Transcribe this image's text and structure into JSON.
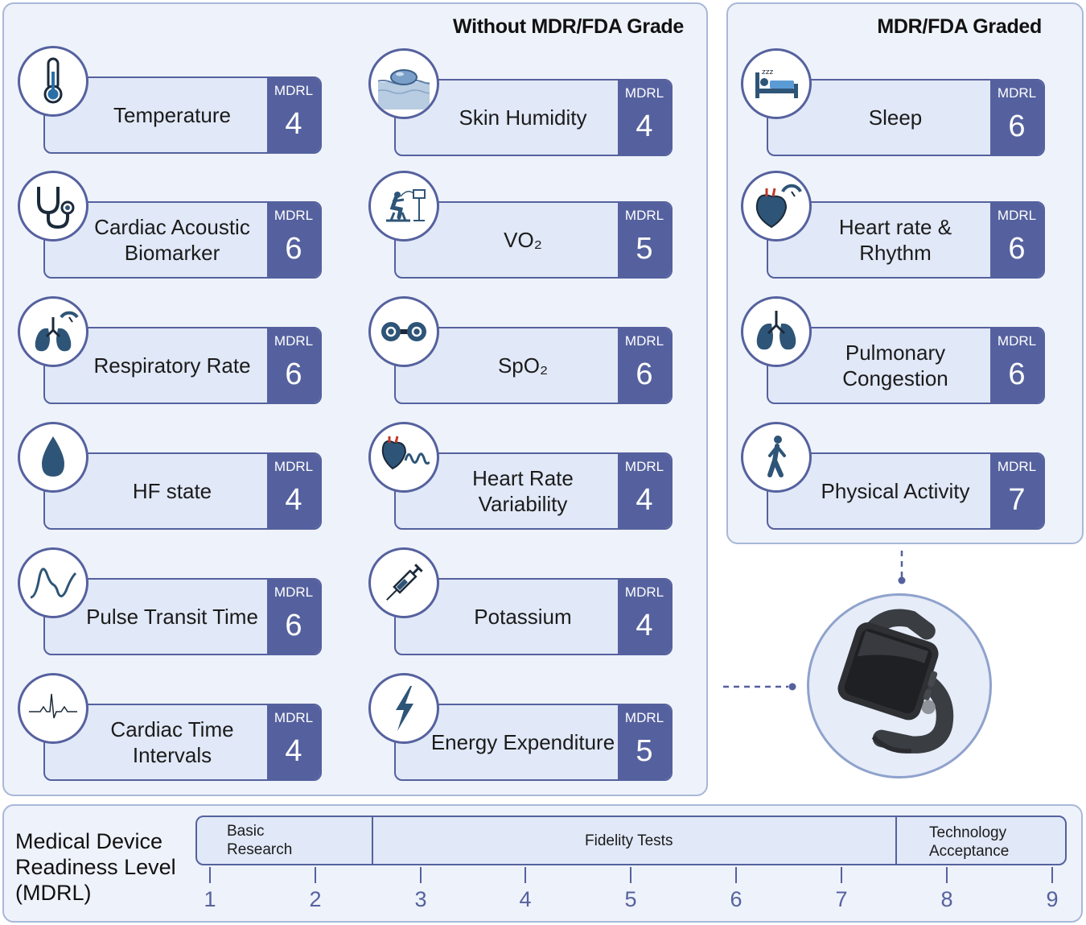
{
  "panels": {
    "without": {
      "title": "Without MDR/FDA Grade"
    },
    "graded": {
      "title": "MDR/FDA Graded"
    }
  },
  "badge_label": "MDRL",
  "cards": {
    "temperature": {
      "label": "Temperature",
      "mdrl": "4",
      "icon": "thermometer-icon"
    },
    "skin_humidity": {
      "label": "Skin Humidity",
      "mdrl": "4",
      "icon": "skin-droplet-icon"
    },
    "cardiac_acoustic": {
      "label": "Cardiac Acoustic Biomarker",
      "mdrl": "6",
      "icon": "stethoscope-icon"
    },
    "vo2": {
      "label": "VO₂",
      "mdrl": "5",
      "icon": "exercise-bike-icon"
    },
    "respiratory_rate": {
      "label": "Respiratory Rate",
      "mdrl": "6",
      "icon": "lungs-gauge-icon"
    },
    "spo2": {
      "label": "SpO₂",
      "mdrl": "6",
      "icon": "oxygen-molecule-icon"
    },
    "hf_state": {
      "label": "HF state",
      "mdrl": "4",
      "icon": "droplet-icon"
    },
    "hrv": {
      "label": "Heart Rate Variability",
      "mdrl": "4",
      "icon": "heart-wave-icon"
    },
    "ptt": {
      "label": "Pulse Transit Time",
      "mdrl": "6",
      "icon": "pulse-wave-icon"
    },
    "potassium": {
      "label": "Potassium",
      "mdrl": "4",
      "icon": "syringe-icon"
    },
    "cardiac_time": {
      "label": "Cardiac Time Intervals",
      "mdrl": "4",
      "icon": "ecg-icon"
    },
    "energy": {
      "label": "Energy Expenditure",
      "mdrl": "5",
      "icon": "lightning-icon"
    },
    "sleep": {
      "label": "Sleep",
      "mdrl": "6",
      "icon": "bed-icon"
    },
    "heart_rate": {
      "label": "Heart rate & Rhythm",
      "mdrl": "6",
      "icon": "heart-gauge-icon"
    },
    "pulmonary": {
      "label": "Pulmonary Congestion",
      "mdrl": "6",
      "icon": "lungs-icon"
    },
    "activity": {
      "label": "Physical Activity",
      "mdrl": "7",
      "icon": "walking-person-icon"
    }
  },
  "device": {
    "icon": "smartwatch-icon"
  },
  "scale": {
    "title": "Medical Device Readiness Level (MDRL)",
    "segments": [
      "Basic Research",
      "Fidelity Tests",
      "Technology Acceptance"
    ],
    "levels": [
      "1",
      "2",
      "3",
      "4",
      "5",
      "6",
      "7",
      "8",
      "9"
    ]
  },
  "colors": {
    "accent": "#55619e",
    "card_fill": "#e1e8f7",
    "panel_fill": "#eef2fa",
    "icon_blue": "#2e5577"
  }
}
